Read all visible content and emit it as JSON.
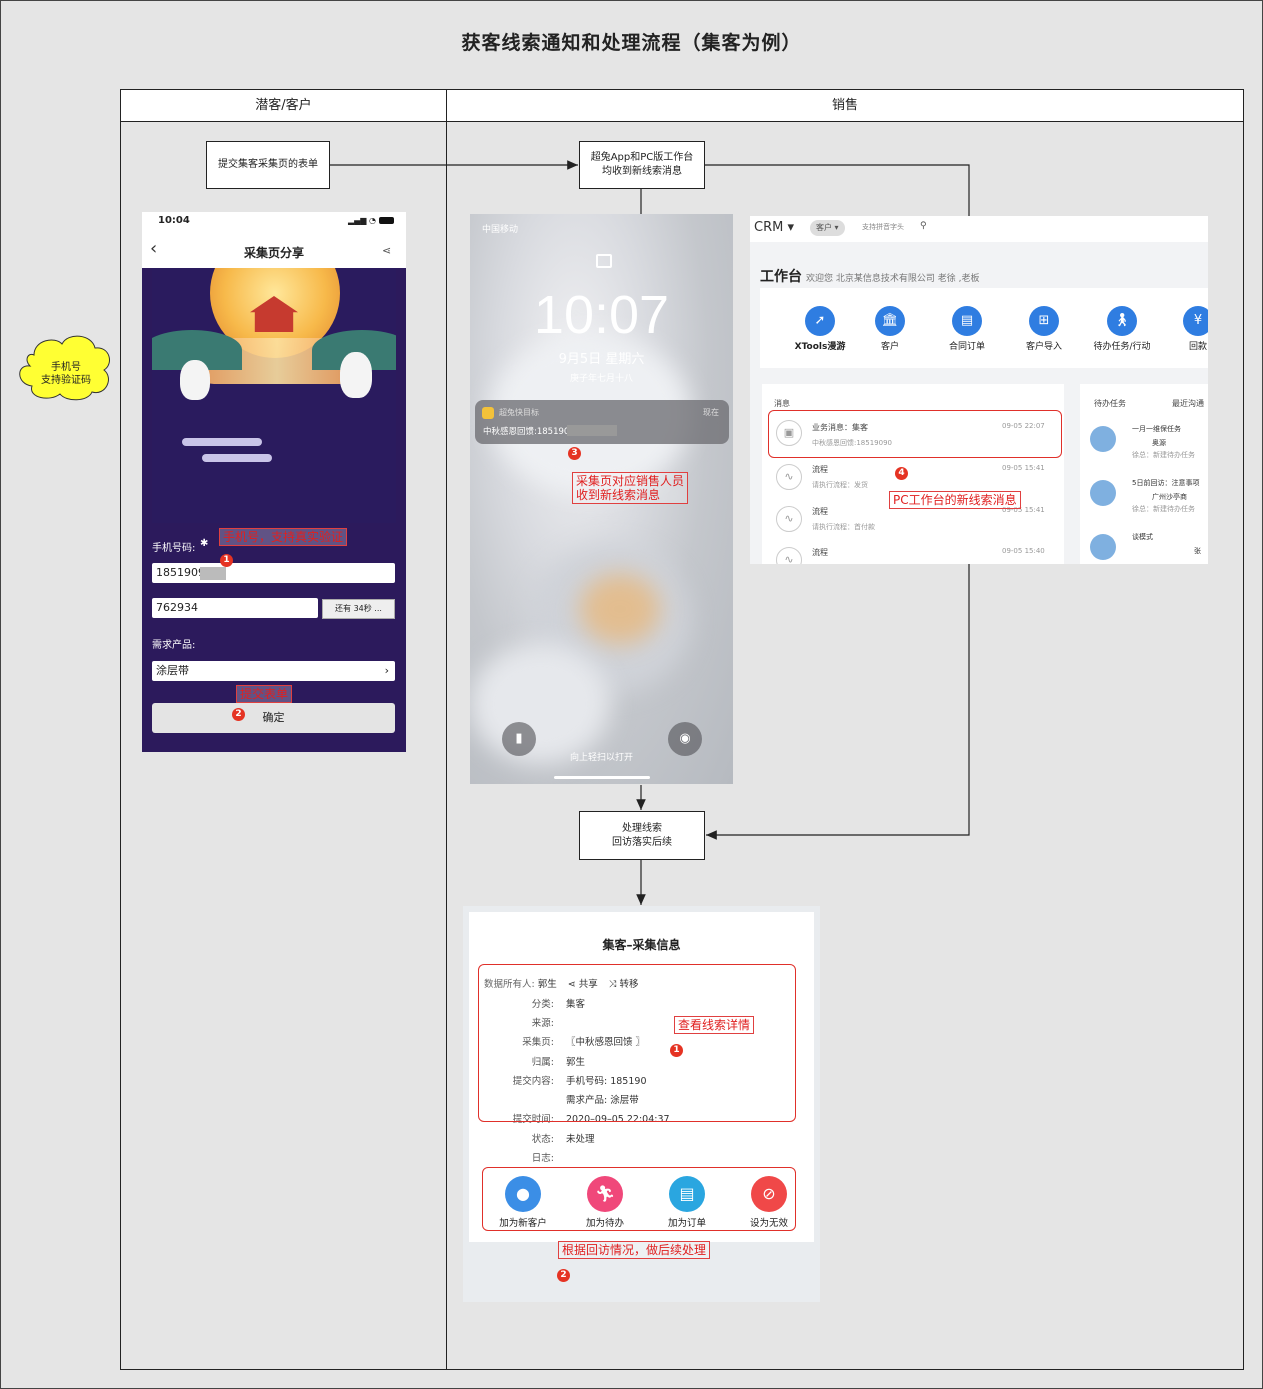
{
  "title": "获客线索通知和处理流程（集客为例）",
  "lanes": {
    "left": "潜客/客户",
    "right": "销售"
  },
  "cloud": "手机号\n支持验证码",
  "boxes": {
    "submit": "提交集客采集页的表单",
    "receive": "超兔App和PC版工作台\n均收到新线索消息",
    "process": "处理线索\n回访落实后续"
  },
  "phone1": {
    "time": "10:04",
    "header": "采集页分享",
    "phone_label": "手机号码:",
    "phone_value": "1851909",
    "code_value": "762934",
    "code_btn": "还有 34秒 ...",
    "product_label": "需求产品:",
    "product_value": "涂层带",
    "submit_btn": "确定",
    "annot_phone": "手机号，支持真实验证",
    "annot_submit": "提交表单"
  },
  "lock": {
    "carrier": "中国移动",
    "time": "10:07",
    "date": "9月5日 星期六",
    "lunar": "庚子年七月十八",
    "notif_app": "超兔快目标",
    "notif_when": "现在",
    "notif_text": "中秋感恩回馈:185190",
    "swipe": "向上轻扫以打开",
    "annot": "采集页对应销售人员\n收到新线索消息"
  },
  "crm": {
    "logo": "CRM",
    "search_type": "客户",
    "search_placeholder": "支持拼音字头",
    "workbench": "工作台",
    "welcome": "欢迎您 北京某信息技术有限公司 老徐 ,老板",
    "icons": [
      "XTools漫游",
      "客户",
      "合同订单",
      "客户导入",
      "待办任务/行动",
      "回款"
    ],
    "msg_title": "消息",
    "messages": [
      {
        "title": "业务消息：集客",
        "sub": "中秋感恩回馈:18519090",
        "time": "09-05 22:07"
      },
      {
        "title": "流程",
        "sub": "请执行流程：发货",
        "time": "09-05 15:41"
      },
      {
        "title": "流程",
        "sub": "请执行流程：首付款",
        "time": "09-05 15:41"
      },
      {
        "title": "流程",
        "sub": "",
        "time": "09-05 15:40"
      }
    ],
    "todo_title": "待办任务",
    "recent_title": "最近沟通",
    "todos": [
      {
        "title": "一月一维保任务",
        "tag": "奥源",
        "sub": "徐总：新建待办任务"
      },
      {
        "title": "5日前回访：注意事项",
        "tag": "广州沙亭商",
        "sub": "徐总：新建待办任务"
      },
      {
        "title": "谈模式",
        "tag": "张",
        "sub": ""
      }
    ],
    "annot": "PC工作台的新线索消息"
  },
  "detail": {
    "title": "集客–采集信息",
    "owner_label": "数据所有人:",
    "owner": "郭生",
    "share": "共享",
    "transfer": "转移",
    "rows": [
      {
        "k": "分类:",
        "v": "集客"
      },
      {
        "k": "来源:",
        "v": ""
      },
      {
        "k": "采集页:",
        "v": "〖中秋感恩回馈 〗"
      },
      {
        "k": "归属:",
        "v": "郭生"
      },
      {
        "k": "提交内容:",
        "v": "手机号码: 185190"
      },
      {
        "k": "",
        "v": "需求产品: 涂层带"
      },
      {
        "k": "提交时间:",
        "v": "2020–09–05 22:04:37"
      },
      {
        "k": "状态:",
        "v": "未处理"
      },
      {
        "k": "日志:",
        "v": ""
      }
    ],
    "actions": [
      {
        "label": "加为新客户",
        "color": "#3b8ee6",
        "icon": "user-icon"
      },
      {
        "label": "加为待办",
        "color": "#f0487a",
        "icon": "run-icon"
      },
      {
        "label": "加为订单",
        "color": "#2aa6e0",
        "icon": "clipboard-icon"
      },
      {
        "label": "设为无效",
        "color": "#f04848",
        "icon": "ban-icon"
      }
    ],
    "annot_view": "查看线索详情",
    "annot_follow": "根据回访情况，做后续处理"
  }
}
